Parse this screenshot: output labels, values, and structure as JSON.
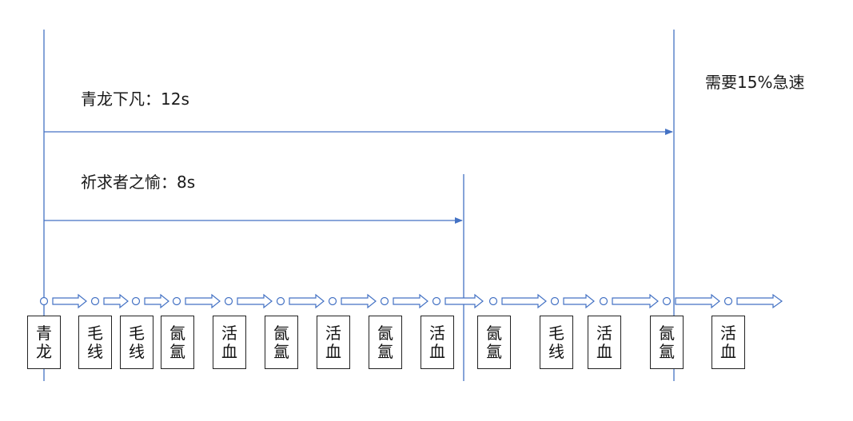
{
  "skill_a_label": "青龙下凡：12s",
  "skill_b_label": "祈求者之愉：8s",
  "note": "需要15%急速",
  "sequence": [
    "青龙",
    "毛线",
    "毛线",
    "氤氲",
    "活血",
    "氤氲",
    "活血",
    "氤氲",
    "活血",
    "氤氲",
    "毛线",
    "活血",
    "氤氲",
    "活血"
  ],
  "colors": {
    "line": "#4472c4",
    "box_border": "#222222",
    "text": "#1a1a1a"
  }
}
